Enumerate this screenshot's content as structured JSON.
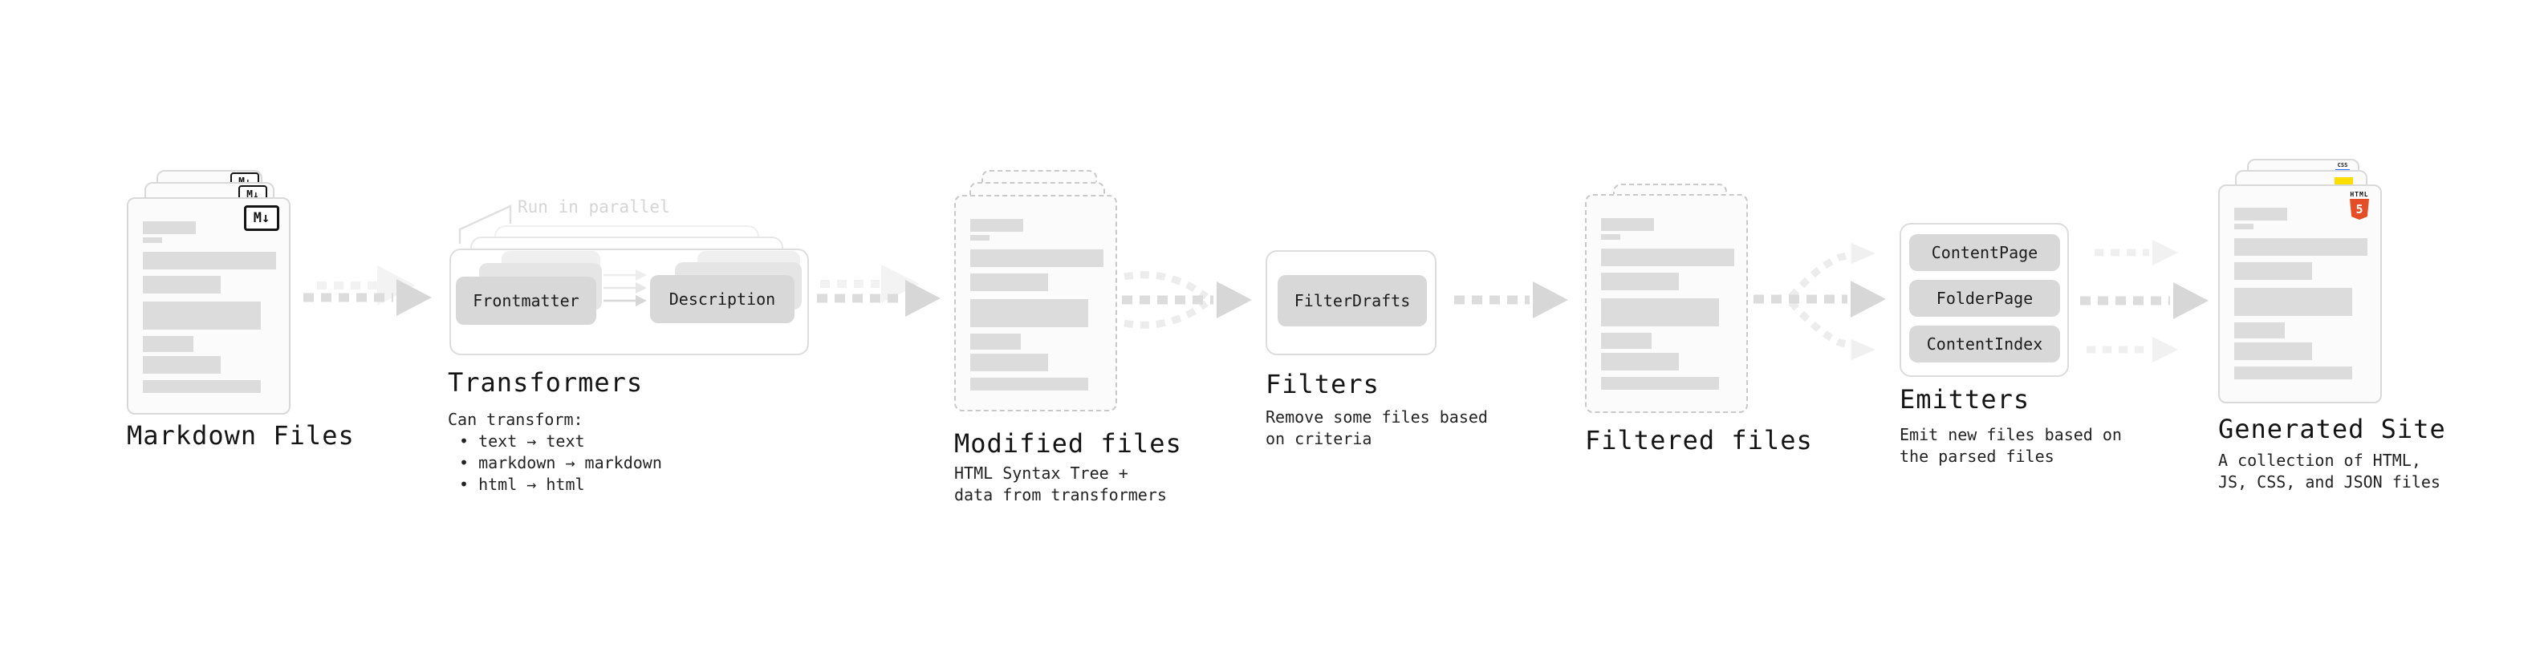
{
  "markdown_files": {
    "label": "Markdown Files",
    "badge": "M↓"
  },
  "transformers": {
    "label": "Transformers",
    "note": "Run in parallel",
    "pills": [
      "Frontmatter",
      "Description"
    ],
    "desc_title": "Can transform:",
    "bullets": [
      "• text → text",
      "• markdown → markdown",
      "• html → html"
    ]
  },
  "modified_files": {
    "label": "Modified files",
    "desc": [
      "HTML Syntax Tree +",
      "data from transformers"
    ]
  },
  "filters": {
    "label": "Filters",
    "pill": "FilterDrafts",
    "desc": [
      "Remove some files based",
      "on criteria"
    ]
  },
  "filtered_files": {
    "label": "Filtered files"
  },
  "emitters": {
    "label": "Emitters",
    "pills": [
      "ContentPage",
      "FolderPage",
      "ContentIndex"
    ],
    "desc": [
      "Emit new files based on",
      "the parsed files"
    ]
  },
  "generated_site": {
    "label": "Generated Site",
    "desc": [
      "A collection of HTML,",
      "JS, CSS, and JSON files"
    ],
    "badges": {
      "css_label": "CSS",
      "html_label": "HTML",
      "html_number": "5"
    }
  },
  "colors": {
    "html5_orange": "#e44d26",
    "js_yellow": "#ffdd00",
    "css_blue": "#2d6bf0",
    "arrow_gray": "#dcdcdc",
    "note_gray": "#d5d5d5"
  }
}
